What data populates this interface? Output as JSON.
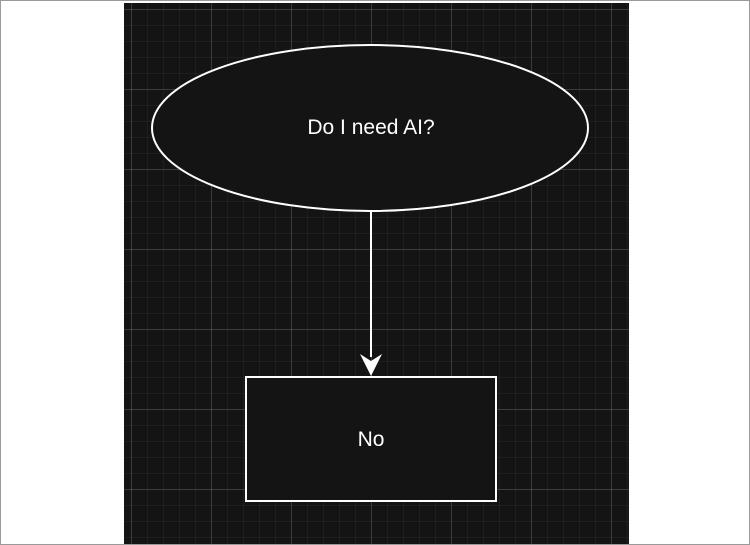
{
  "diagram": {
    "nodes": [
      {
        "id": "question",
        "shape": "ellipse",
        "label": "Do I need AI?"
      },
      {
        "id": "answer",
        "shape": "rectangle",
        "label": "No"
      }
    ],
    "edges": [
      {
        "from": "question",
        "to": "answer",
        "label": ""
      }
    ],
    "colors": {
      "background": "#141414",
      "stroke": "#ffffff",
      "text": "#ffffff"
    }
  }
}
